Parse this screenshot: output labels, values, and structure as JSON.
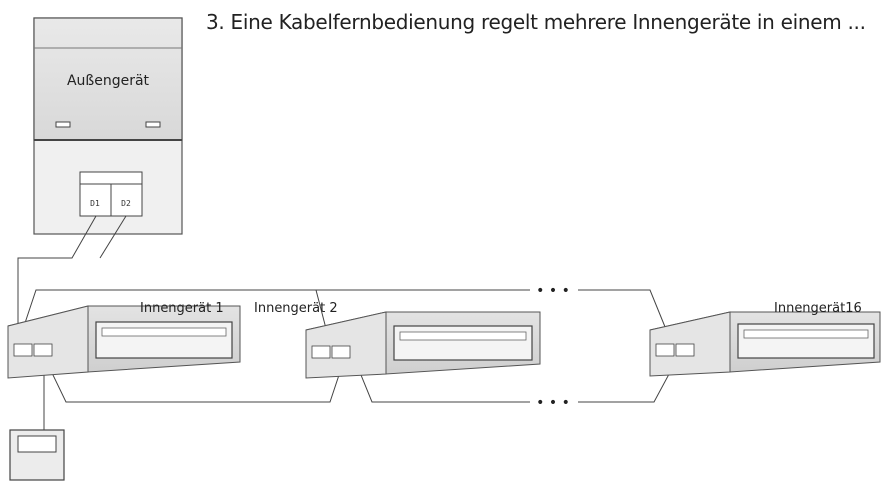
{
  "heading": "3. Eine Kabelfernbedienung regelt mehrere Innengeräte in einem ...",
  "outdoor_unit": {
    "label": "Außengerät",
    "terminals": [
      "D1",
      "D2"
    ]
  },
  "indoor_units": [
    {
      "label": "Innengerät 1"
    },
    {
      "label": "Innengerät 2"
    },
    {
      "label": "Innengerät16"
    }
  ],
  "ellipsis": "• • •"
}
